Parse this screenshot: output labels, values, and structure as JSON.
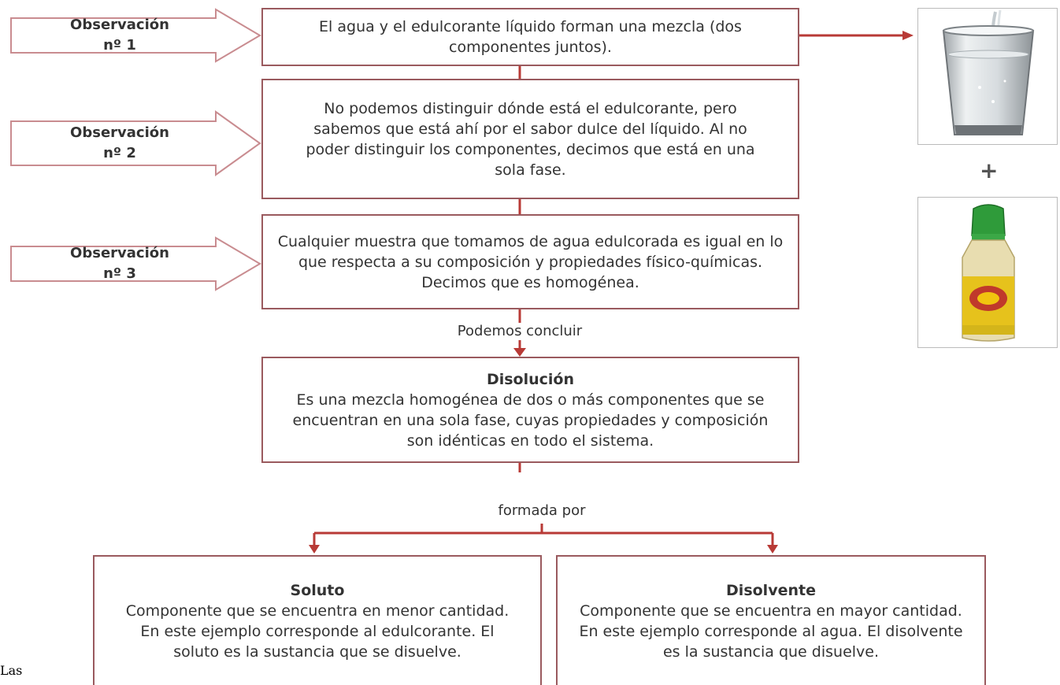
{
  "observations": [
    {
      "label_line1": "Observación",
      "label_line2": "nº 1",
      "text": "El agua y el edulcorante líquido forman una mezcla (dos componentes juntos)."
    },
    {
      "label_line1": "Observación",
      "label_line2": "nº 2",
      "text": "No podemos distinguir dónde está el edulcorante, pero sabemos que está ahí por el sabor dulce del líquido. Al no poder distinguir los componentes, decimos que está en una sola fase."
    },
    {
      "label_line1": "Observación",
      "label_line2": "nº 3",
      "text": "Cualquier muestra que tomamos de agua edulcorada es igual en lo que respecta a su composición y propiedades físico-químicas. Decimos que es homogénea."
    }
  ],
  "conclude_label": "Podemos concluir",
  "definition": {
    "title": "Disolución",
    "text": "Es una mezcla homogénea de dos o más componentes que se encuentran en una sola fase, cuyas propiedades y composición son idénticas en todo el sistema."
  },
  "formed_by_label": "formada por",
  "solute": {
    "title": "Soluto",
    "text": "Componente que se encuentra en menor cantidad. En este ejemplo corresponde al edulcorante. El soluto es la sustancia que se disuelve."
  },
  "solvent": {
    "title": "Disolvente",
    "text": "Componente que se encuentra en mayor cantidad. En este ejemplo corresponde al agua. El disolvente es la sustancia que disuelve."
  },
  "plus_sign": "+",
  "corner_text": "Las",
  "colors": {
    "connector": "#b83a36",
    "box_border": "#9a5a5e",
    "arrow_border": "#c98c90"
  }
}
